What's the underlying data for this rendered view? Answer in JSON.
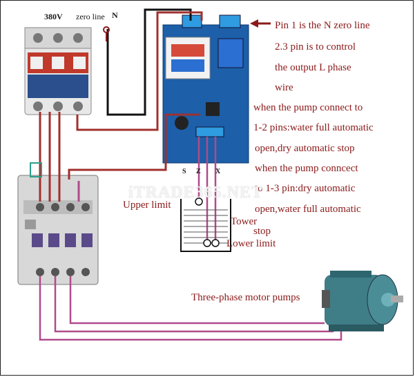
{
  "diagram": {
    "voltage_label": "380V",
    "zero_line_label": "zero line",
    "n_label": "N",
    "notes": [
      "Pin 1 is the N zero line",
      "2.3 pin is to control",
      "the output L phase",
      "wire",
      "when the pump connect to",
      "1-2 pins:water full automatic",
      "open,dry automatic stop",
      "when the pump conncect",
      "to 1-3 pin:dry automatic",
      "open,water full automatic"
    ],
    "upper_limit_label": "Upper limit",
    "tower_label": "Tower",
    "stop_label": "stop",
    "lower_limit_label": "Lower limit",
    "motor_label": "Three-phase motor pumps",
    "probe_labels": [
      "S",
      "Z",
      "X"
    ],
    "watermark": "iTRADE365.NET",
    "colors": {
      "label_red": "#8b1a1a",
      "wire_red": "#a0302e",
      "wire_pink": "#b04a8a",
      "wire_black": "#111111",
      "board_blue": "#1d5fa8",
      "motor_teal": "#3f7d87"
    }
  }
}
